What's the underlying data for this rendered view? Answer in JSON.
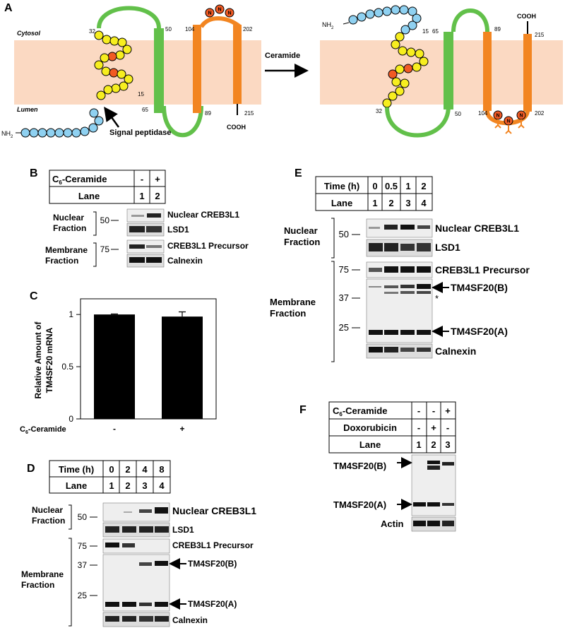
{
  "panelA": {
    "letter": "A",
    "cytosol": "Cytosol",
    "lumen": "Lumen",
    "arrow_label": "Ceramide",
    "signal_peptidase": "Signal peptidase",
    "nh2": "NH",
    "nh2_sub": "2",
    "cooh": "COOH",
    "left_numbers": {
      "n32": "32",
      "n50": "50",
      "n104": "104",
      "n202": "202",
      "n65": "65",
      "n89": "89",
      "n215": "215",
      "n15": "15"
    },
    "right_numbers": {
      "n65": "65",
      "n89": "89",
      "n215": "215",
      "n15": "15",
      "n32": "32",
      "n50": "50",
      "n104": "104",
      "n202": "202"
    },
    "glyc_res": "N",
    "colors": {
      "membrane": "#fbd9c2",
      "green": "#62c04a",
      "orange": "#f28521",
      "yellow": "#f7ee1f",
      "blue": "#8fd1f1",
      "glyc": "#f15a24"
    }
  },
  "panelB": {
    "letter": "B",
    "treat_label": "C",
    "treat_sub": "6",
    "treat_rest": "-Ceramide",
    "treat_vals": [
      "-",
      "+"
    ],
    "lane_label": "Lane",
    "lanes": [
      "1",
      "2"
    ],
    "nuclear_fraction": [
      "Nuclear",
      "Fraction"
    ],
    "membrane_fraction": [
      "Membrane",
      "Fraction"
    ],
    "mw_nuc": "50",
    "mw_mem": "75",
    "bands": [
      "Nuclear CREB3L1",
      "LSD1",
      "CREB3L1 Precursor",
      "Calnexin"
    ]
  },
  "panelC": {
    "letter": "C",
    "ylabel_line1": "Relative Amount of",
    "ylabel_line2": "TM4SF20 mRNA",
    "xlabel_c": "C",
    "xlabel_sub": "6",
    "xlabel_rest": "-Ceramide",
    "chart_data": {
      "type": "bar",
      "categories": [
        "-",
        "+"
      ],
      "values": [
        1.0,
        0.98
      ],
      "errors": [
        0.005,
        0.045
      ],
      "ylim": [
        0,
        1.15
      ],
      "yticks": [
        0,
        0.5,
        1
      ],
      "ytick_labels": [
        "0",
        "0.5",
        "1"
      ],
      "ylabel": "Relative Amount of TM4SF20 mRNA",
      "xlabel": "C6-Ceramide",
      "grid": false
    }
  },
  "panelD": {
    "letter": "D",
    "time_label": "Time (h)",
    "times": [
      "0",
      "2",
      "4",
      "8"
    ],
    "lane_label": "Lane",
    "lanes": [
      "1",
      "2",
      "3",
      "4"
    ],
    "nuclear_fraction": [
      "Nuclear",
      "Fraction"
    ],
    "membrane_fraction": [
      "Membrane",
      "Fraction"
    ],
    "mw": [
      "50",
      "75",
      "37",
      "25"
    ],
    "bands": [
      "Nuclear CREB3L1",
      "LSD1",
      "CREB3L1 Precursor",
      "TM4SF20(B)",
      "TM4SF20(A)",
      "Calnexin"
    ]
  },
  "panelE": {
    "letter": "E",
    "time_label": "Time (h)",
    "times": [
      "0",
      "0.5",
      "1",
      "2"
    ],
    "lane_label": "Lane",
    "lanes": [
      "1",
      "2",
      "3",
      "4"
    ],
    "nuclear_fraction": [
      "Nuclear",
      "Fraction"
    ],
    "membrane_fraction": [
      "Membrane",
      "Fraction"
    ],
    "mw": [
      "50",
      "75",
      "37",
      "25"
    ],
    "bands": [
      "Nuclear CREB3L1",
      "LSD1",
      "CREB3L1 Precursor",
      "TM4SF20(B)",
      "TM4SF20(A)",
      "Calnexin"
    ],
    "asterisk": "*"
  },
  "panelF": {
    "letter": "F",
    "treat1_c": "C",
    "treat1_sub": "6",
    "treat1_rest": "-Ceramide",
    "treat1_vals": [
      "-",
      "-",
      "+"
    ],
    "treat2": "Doxorubicin",
    "treat2_vals": [
      "-",
      "+",
      "-"
    ],
    "lane_label": "Lane",
    "lanes": [
      "1",
      "2",
      "3"
    ],
    "bands": [
      "TM4SF20(B)",
      "TM4SF20(A)",
      "Actin"
    ]
  }
}
